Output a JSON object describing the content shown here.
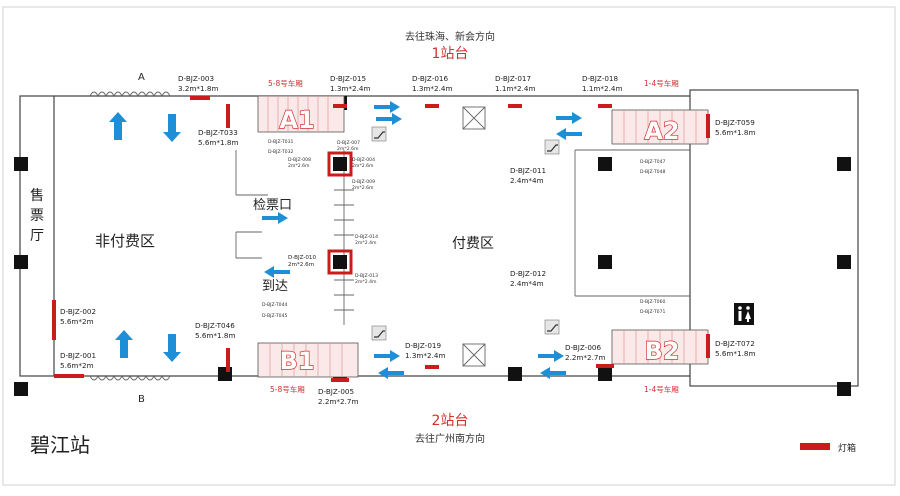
{
  "diagram": {
    "top": {
      "direction": "去往珠海、新会方向",
      "platform": "1站台",
      "coach_left": "5-8号车厢",
      "coach_right": "1-4号车厢"
    },
    "bottom": {
      "direction": "去往广州南方向",
      "platform": "2站台",
      "coach_left": "5-8号车厢",
      "coach_right": "1-4号车厢"
    },
    "station_name": "碧江站",
    "legend_label": "灯箱",
    "zones": {
      "ticket_office": "售票厅",
      "unpaid": "非付费区",
      "paid": "付费区",
      "gate": "检票口",
      "arrival": "到达"
    },
    "entrances": {
      "a": "A",
      "b": "B"
    },
    "stairs": {
      "a1": "A1",
      "a2": "A2",
      "b1": "B1",
      "b2": "B2"
    },
    "colors": {
      "lightbox": "#c91c1c",
      "arrow": "#1e8fd6",
      "stairs_text": "#d23030"
    },
    "lightboxes": [
      {
        "id": "003",
        "code": "D-BJZ-003",
        "size": "3.2m*1.8m"
      },
      {
        "id": "015",
        "code": "D-BJZ-015",
        "size": "1.3m*2.4m"
      },
      {
        "id": "016",
        "code": "D-BJZ-016",
        "size": "1.3m*2.4m"
      },
      {
        "id": "017",
        "code": "D-BJZ-017",
        "size": "1.1m*2.4m"
      },
      {
        "id": "018",
        "code": "D-BJZ-018",
        "size": "1.1m*2.4m"
      },
      {
        "id": "t033",
        "code": "D-BJZ-T033",
        "size": "5.6m*1.8m"
      },
      {
        "id": "t059",
        "code": "D-BJZ-T059",
        "size": "5.6m*1.8m"
      },
      {
        "id": "011",
        "code": "D-BJZ-011",
        "size": "2.4m*4m"
      },
      {
        "id": "012",
        "code": "D-BJZ-012",
        "size": "2.4m*4m"
      },
      {
        "id": "010",
        "code": "D-BJZ-010",
        "size": "2m*2.6m"
      },
      {
        "id": "002",
        "code": "D-BJZ-002",
        "size": "5.6m*2m"
      },
      {
        "id": "001",
        "code": "D-BJZ-001",
        "size": "5.6m*2m"
      },
      {
        "id": "t046",
        "code": "D-BJZ-T046",
        "size": "5.6m*1.8m"
      },
      {
        "id": "019",
        "code": "D-BJZ-019",
        "size": "1.3m*2.4m"
      },
      {
        "id": "006",
        "code": "D-BJZ-006",
        "size": "2.2m*2.7m"
      },
      {
        "id": "t072",
        "code": "D-BJZ-T072",
        "size": "5.6m*1.8m"
      },
      {
        "id": "005",
        "code": "D-BJZ-005",
        "size": "2.2m*2.7m"
      }
    ],
    "small_labels": [
      {
        "code": "D-BJZ-T031"
      },
      {
        "code": "D-BJZ-T032"
      },
      {
        "code": "D-BJZ-008",
        "size": "2m*2.6m"
      },
      {
        "code": "D-BJZ-007",
        "size": "2m*2.6m"
      },
      {
        "code": "D-BJZ-004",
        "size": "2m*2.6m"
      },
      {
        "code": "D-BJZ-009",
        "size": "2m*2.6m"
      },
      {
        "code": "D-BJZ-014",
        "size": "2m*2.4m"
      },
      {
        "code": "D-BJZ-013",
        "size": "2m*2.4m"
      },
      {
        "code": "D-BJZ-T044"
      },
      {
        "code": "D-BJZ-T045"
      },
      {
        "code": "D-BJZ-T047"
      },
      {
        "code": "D-BJZ-T048"
      },
      {
        "code": "D-BJZ-T060"
      },
      {
        "code": "D-BJZ-T071"
      }
    ]
  }
}
